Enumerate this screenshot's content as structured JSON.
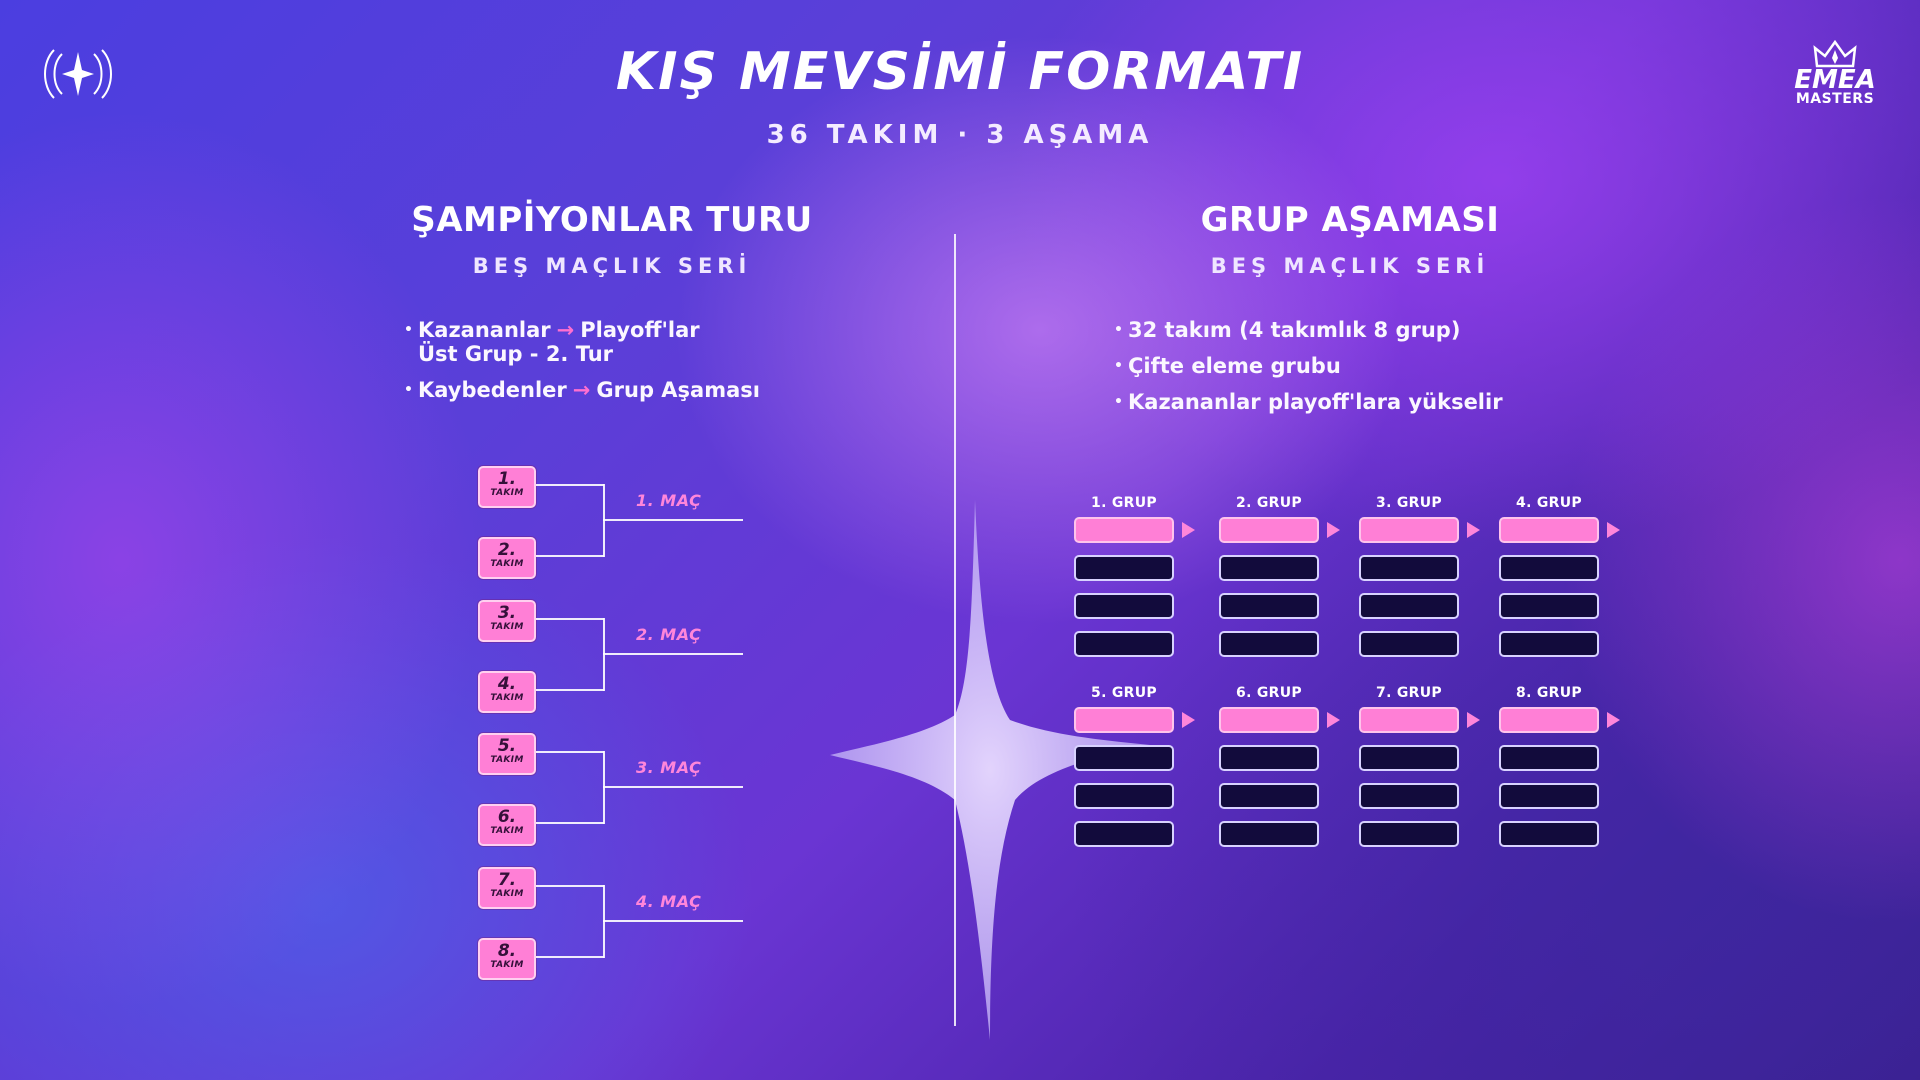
{
  "header": {
    "title": "KIŞ MEVSİMİ FORMATI",
    "subtitle": "36 TAKIM · 3 AŞAMA"
  },
  "logos": {
    "left": "league-star-emblem",
    "right_line1": "EMEA",
    "right_line2": "MASTERS"
  },
  "left_section": {
    "title": "ŞAMPİYONLAR TURU",
    "subtitle": "BEŞ MAÇLIK SERİ",
    "bullets": [
      {
        "a": "Kazananlar",
        "b": "Playoff'lar",
        "c": "Üst Grup - 2. Tur"
      },
      {
        "a": "Kaybedenler",
        "b": "Grup Aşaması"
      }
    ],
    "arrow": "→",
    "teams": [
      {
        "n": "1.",
        "t": "TAKIM"
      },
      {
        "n": "2.",
        "t": "TAKIM"
      },
      {
        "n": "3.",
        "t": "TAKIM"
      },
      {
        "n": "4.",
        "t": "TAKIM"
      },
      {
        "n": "5.",
        "t": "TAKIM"
      },
      {
        "n": "6.",
        "t": "TAKIM"
      },
      {
        "n": "7.",
        "t": "TAKIM"
      },
      {
        "n": "8.",
        "t": "TAKIM"
      }
    ],
    "matches": [
      "1. MAÇ",
      "2. MAÇ",
      "3. MAÇ",
      "4. MAÇ"
    ]
  },
  "right_section": {
    "title": "GRUP AŞAMASI",
    "subtitle": "BEŞ MAÇLIK SERİ",
    "bullets": [
      "32 takım (4 takımlık 8 grup)",
      "Çifte eleme grubu",
      "Kazananlar playoff'lara yükselir"
    ],
    "groups": [
      "1. GRUP",
      "2. GRUP",
      "3. GRUP",
      "4. GRUP",
      "5. GRUP",
      "6. GRUP",
      "7. GRUP",
      "8. GRUP"
    ]
  },
  "colors": {
    "accent_pink": "#ff7fd6",
    "slot_dark": "#120b3c",
    "background_violet": "#5a3fd8"
  }
}
